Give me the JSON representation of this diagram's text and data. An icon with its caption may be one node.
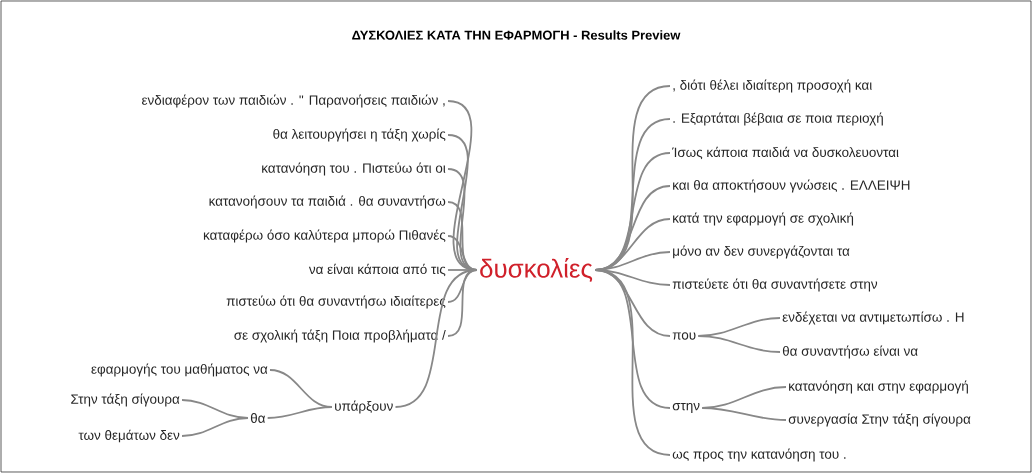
{
  "diagram": {
    "title": "ΔΥΣΚΟΛΙΕΣ ΚΑΤΑ ΤΗΝ ΕΦΑΡΜΟΓΗ - Results Preview",
    "nodes": [
      {
        "text": [
          "δυσκολίες"
        ]
      },
      {
        "text": [
          "ενδιαφέρον των παιδιών . \" Παρανοήσεις παιδιών ,"
        ]
      },
      {
        "text": [
          "θα λειτουργήσει η τάξη χωρίς"
        ]
      },
      {
        "text": [
          "κατανόηση του . Πιστεύω ότι οι"
        ]
      },
      {
        "text": [
          "κατανοήσουν τα παιδιά . θα συναντήσω"
        ]
      },
      {
        "text": [
          "καταφέρω όσο καλύτερα μπορώ Πιθανές"
        ]
      },
      {
        "text": [
          "να είναι κάποια από τις"
        ]
      },
      {
        "text": [
          "πιστεύω ότι θα συναντήσω ιδιαίτερες"
        ]
      },
      {
        "text": [
          "σε σχολική τάξη Ποια προβλήματα /"
        ]
      },
      {
        "text": [
          "υπάρξουν"
        ]
      },
      {
        "text": [
          "εφαρμογής του μαθήματος να"
        ]
      },
      {
        "text": [
          "θα"
        ]
      },
      {
        "text": [
          "Στην τάξη σίγουρα"
        ]
      },
      {
        "text": [
          "των θεμάτων δεν"
        ]
      },
      {
        "text": [
          ", διότι θέλει ιδιαίτερη προσοχή και"
        ]
      },
      {
        "text": [
          ". Εξαρτάται βέβαια σε ποια περιοχή"
        ]
      },
      {
        "text": [
          "Ίσως κάποια παιδιά να δυσκολευονται"
        ]
      },
      {
        "text": [
          "και θα αποκτήσουν γνώσεις . ΕΛΛΕΙΨΗ"
        ]
      },
      {
        "text": [
          "κατά την εφαρμογή σε σχολική"
        ]
      },
      {
        "text": [
          "μόνο αν δεν συνεργάζονται τα"
        ]
      },
      {
        "text": [
          "πιστεύετε ότι θα συναντήσετε στην"
        ]
      },
      {
        "text": [
          "που"
        ]
      },
      {
        "text": [
          "ενδέχεται να αντιμετωπίσω . Η"
        ]
      },
      {
        "text": [
          "θα συναντήσω είναι να"
        ]
      },
      {
        "text": [
          "στην"
        ]
      },
      {
        "text": [
          "κατανόηση και στην εφαρμογή"
        ]
      },
      {
        "text": [
          "συνεργασία Στην τάξη σίγουρα"
        ]
      },
      {
        "text": [
          "ως προς την κατανόηση του ."
        ]
      }
    ],
    "edges": [
      {
        "from": 0,
        "to": 1,
        "arrow": "none"
      },
      {
        "from": 0,
        "to": 2,
        "arrow": "none"
      },
      {
        "from": 0,
        "to": 3,
        "arrow": "none"
      },
      {
        "from": 0,
        "to": 4,
        "arrow": "none"
      },
      {
        "from": 0,
        "to": 5,
        "arrow": "none"
      },
      {
        "from": 0,
        "to": 6,
        "arrow": "none"
      },
      {
        "from": 0,
        "to": 7,
        "arrow": "none"
      },
      {
        "from": 0,
        "to": 8,
        "arrow": "none"
      },
      {
        "from": 0,
        "to": 9,
        "arrow": "none"
      },
      {
        "from": 9,
        "to": 10,
        "arrow": "none"
      },
      {
        "from": 9,
        "to": 11,
        "arrow": "none"
      },
      {
        "from": 11,
        "to": 12,
        "arrow": "none"
      },
      {
        "from": 11,
        "to": 13,
        "arrow": "none"
      },
      {
        "from": 0,
        "to": 14,
        "arrow": "none"
      },
      {
        "from": 0,
        "to": 15,
        "arrow": "none"
      },
      {
        "from": 0,
        "to": 16,
        "arrow": "none"
      },
      {
        "from": 0,
        "to": 17,
        "arrow": "none"
      },
      {
        "from": 0,
        "to": 18,
        "arrow": "none"
      },
      {
        "from": 0,
        "to": 19,
        "arrow": "none"
      },
      {
        "from": 0,
        "to": 20,
        "arrow": "none"
      },
      {
        "from": 0,
        "to": 21,
        "arrow": "none"
      },
      {
        "from": 21,
        "to": 22,
        "arrow": "none"
      },
      {
        "from": 21,
        "to": 23,
        "arrow": "none"
      },
      {
        "from": 0,
        "to": 24,
        "arrow": "none"
      },
      {
        "from": 24,
        "to": 25,
        "arrow": "none"
      },
      {
        "from": 24,
        "to": 26,
        "arrow": "none"
      },
      {
        "from": 0,
        "to": 27,
        "arrow": "none"
      }
    ]
  }
}
